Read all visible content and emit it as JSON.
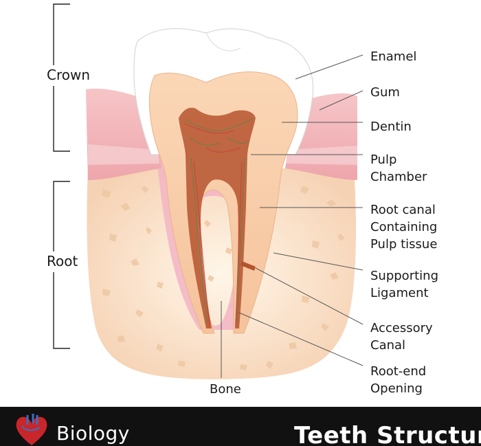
{
  "labels": {
    "crown": "Crown",
    "root": "Root",
    "enamel": "Enamel",
    "gum": "Gum",
    "dentin": "Dentin",
    "pulp_chamber_1": "Pulp",
    "pulp_chamber_2": "Chamber",
    "root_canal_1": "Root canal",
    "root_canal_2": "Containing",
    "root_canal_3": "Pulp tissue",
    "supporting_1": "Supporting",
    "supporting_2": "Ligament",
    "accessory_1": "Accessory",
    "accessory_2": "Canal",
    "root_end_1": "Root-end",
    "root_end_2": "Opening",
    "bone": "Bone"
  },
  "footer": {
    "brand": "Biology",
    "title": "Teeth Structure"
  },
  "colors": {
    "gum": "#f2b3b8",
    "bone": "#f9dcc0",
    "dentin": "#f8c9a0",
    "enamel": "#ffffff",
    "footer_bg": "#111111"
  }
}
